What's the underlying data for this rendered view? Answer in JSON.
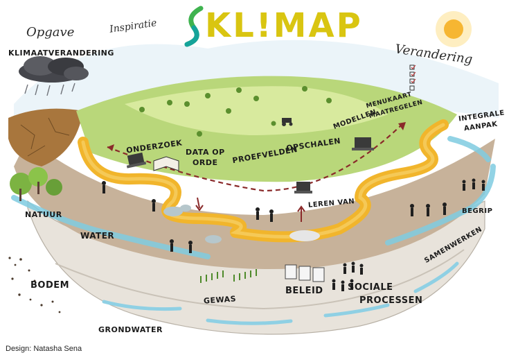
{
  "logo": {
    "text": "KL!MAP",
    "colors": {
      "text": "#d9c511",
      "swoosh_green": "#3fb34f",
      "swoosh_teal": "#15a39a"
    }
  },
  "labels": {
    "opgave": "Opgave",
    "klimaatverandering": "KLIMAATVERANDERING",
    "inspiratie": "Inspiratie",
    "verandering": "Verandering",
    "onderzoek": "ONDERZOEK",
    "data_op_orde_line1": "DATA OP",
    "data_op_orde_line2": "ORDE",
    "proefvelden": "PROEFVELDEN",
    "opschalen": "OPSCHALEN",
    "modellen": "MODELLEN",
    "menukaart_line1": "MENUKAART",
    "menukaart_line2": "MAATREGELEN",
    "integrale_line1": "INTEGRALE",
    "integrale_line2": "AANPAK",
    "leren_van": "LEREN VAN",
    "natuur": "NATUUR",
    "water": "WATER",
    "begrip": "BEGRIP",
    "samenwerken": "SAMENWERKEN",
    "bodem": "BODEM",
    "gewas": "GEWAS",
    "beleid": "BELEID",
    "sociale_line1": "SOCIALE",
    "sociale_line2": "PROCESSEN",
    "grondwater": "GRONDWATER"
  },
  "credit": "Design: Natasha Sena",
  "palette": {
    "sky": "#e6f1f7",
    "grass": "#b9d77a",
    "grass_light": "#d8ea9e",
    "soil": "#c7b29a",
    "dry_soil": "#a8763d",
    "path": "#f1b52c",
    "river": "#7fcbe0",
    "rock": "#d4d0c8",
    "sun": "#f6b632",
    "cloud": "#45464c",
    "arrow": "#8a2a2a"
  }
}
